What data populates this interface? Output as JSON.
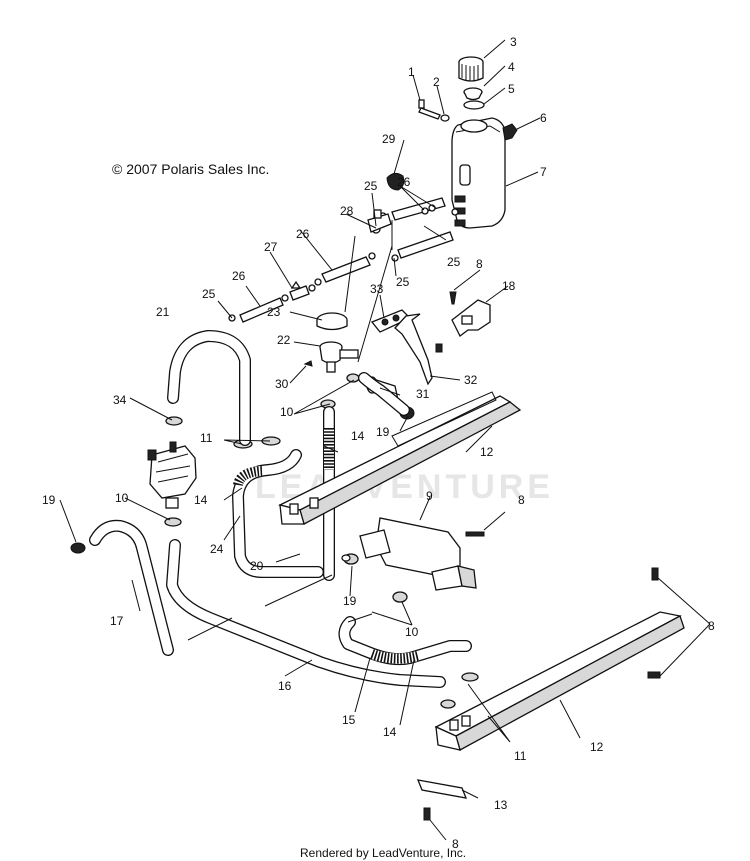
{
  "copyright": "© 2007 Polaris Sales Inc.",
  "watermark": "LEADVENTURE",
  "footer": "Rendered by LeadVenture, Inc.",
  "callouts": {
    "c1": "1",
    "c2": "2",
    "c3": "3",
    "c4": "4",
    "c5": "5",
    "c6": "6",
    "c7": "7",
    "c8a": "8",
    "c8b": "8",
    "c8c": "8",
    "c8d": "8",
    "c9": "9",
    "c10a": "10",
    "c10b": "10",
    "c10c": "10",
    "c11a": "11",
    "c11b": "11",
    "c12a": "12",
    "c12b": "12",
    "c13": "13",
    "c14a": "14",
    "c14b": "14",
    "c14c": "14",
    "c15": "15",
    "c16": "16",
    "c17": "17",
    "c18": "18",
    "c19a": "19",
    "c19b": "19",
    "c19c": "19",
    "c20": "20",
    "c21": "21",
    "c22": "22",
    "c23": "23",
    "c24": "24",
    "c25a": "25",
    "c25b": "25",
    "c25c": "25",
    "c25d": "25",
    "c26a": "26",
    "c26b": "26",
    "c26c": "26",
    "c27": "27",
    "c28": "28",
    "c29": "29",
    "c30": "30",
    "c31": "31",
    "c32": "32",
    "c33": "33",
    "c34": "34"
  }
}
